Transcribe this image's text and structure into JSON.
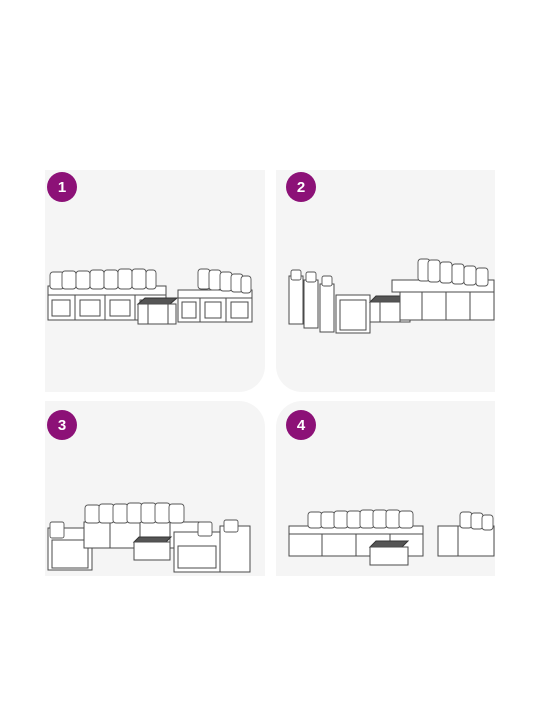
{
  "panels": [
    {
      "id": "panel-1",
      "badge": "1"
    },
    {
      "id": "panel-2",
      "badge": "2"
    },
    {
      "id": "panel-3",
      "badge": "3"
    },
    {
      "id": "panel-4",
      "badge": "4"
    }
  ],
  "colors": {
    "badge": "#8c1177",
    "panel_bg": "#f5f5f5",
    "line": "#4a4a4a"
  }
}
